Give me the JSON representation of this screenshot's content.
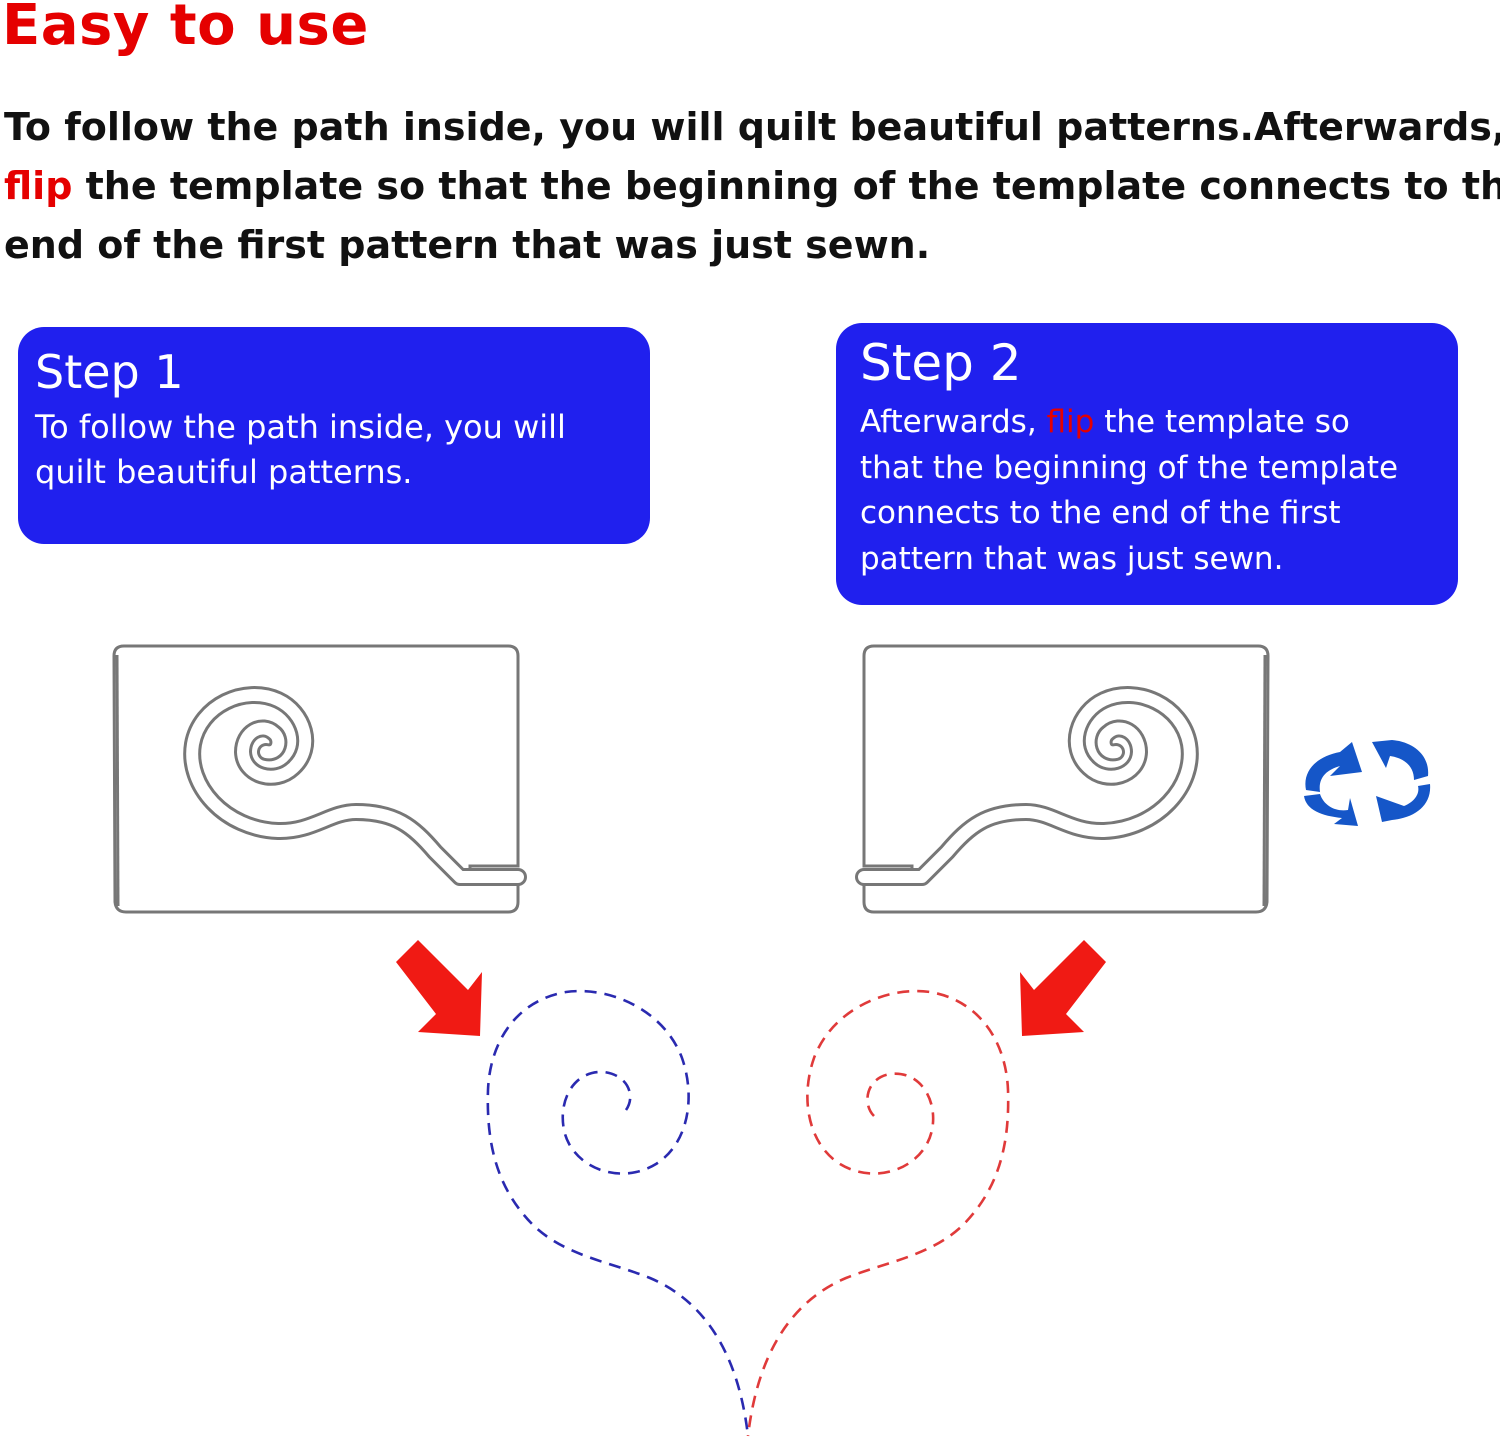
{
  "title": "Easy to use",
  "intro": {
    "line1": "To follow the path inside, you will quilt beautiful patterns.Afterwards,",
    "line2_highlight": "flip",
    "line2_rest": " the template so that the beginning of the template connects to the",
    "line3": "end of the first pattern that was just sewn."
  },
  "step1": {
    "heading": "Step 1",
    "line1": "To follow the path inside, you will",
    "line2": "quilt beautiful patterns."
  },
  "step2": {
    "heading": "Step 2",
    "line1_pre": "Afterwards, ",
    "line1_highlight": "flip",
    "line1_post": " the template so",
    "line2": "that the beginning of the template",
    "line3": "connects to the end of the first",
    "line4": "pattern that was just sewn."
  },
  "colors": {
    "title": "#e50000",
    "highlight": "#e50000",
    "step_box": "#2020ee",
    "template_outline": "#777777",
    "dashed_left": "#2a2ab0",
    "dashed_right": "#e03a3a",
    "arrows": "#f01a14",
    "flip_icon": "#1556c8"
  },
  "icons": {
    "flip": "flip-arrows-icon",
    "pointer": "red-arrow-icon"
  }
}
